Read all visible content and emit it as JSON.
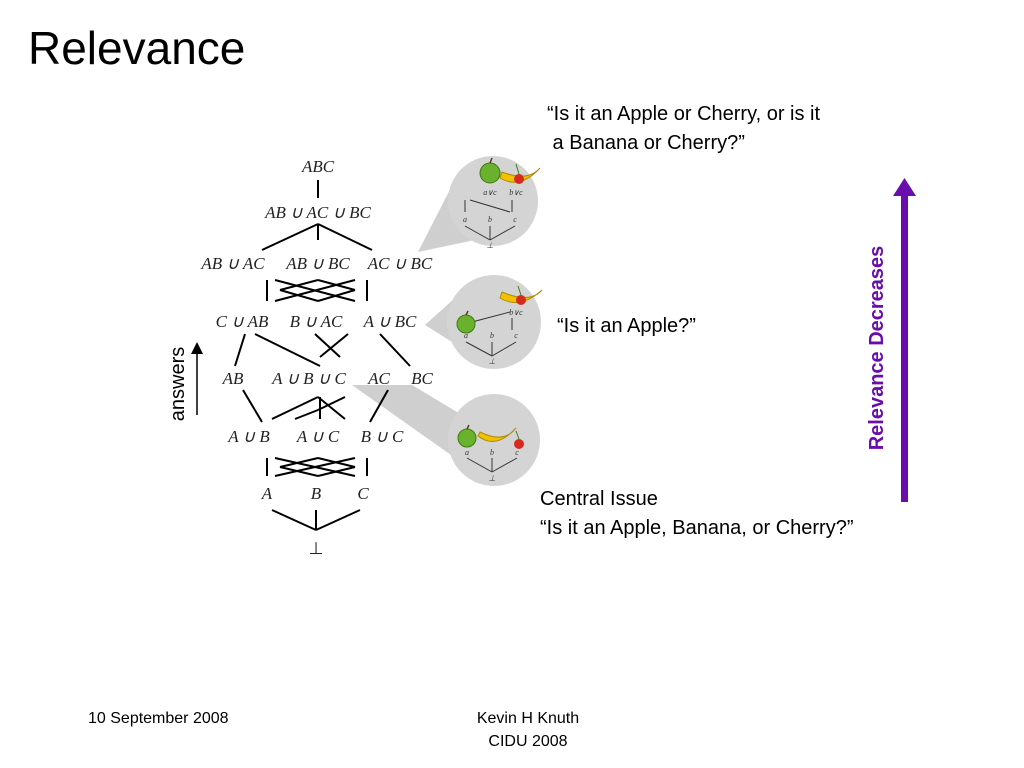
{
  "slide": {
    "title": "Relevance"
  },
  "questions": {
    "top": "“Is it an Apple or Cherry, or is it\n a Banana or Cherry?”",
    "middle": "“Is it an Apple?”",
    "bottom": "Central Issue\n“Is it an Apple, Banana, or Cherry?”"
  },
  "lattice": {
    "top": "ABC",
    "level1": "AB ∪ AC ∪ BC",
    "level2": [
      "AB ∪ AC",
      "AB ∪ BC",
      "AC ∪ BC"
    ],
    "level3": [
      "C ∪ AB",
      "B ∪ AC",
      "A ∪ BC"
    ],
    "level4": [
      "AB",
      "A ∪ B ∪ C",
      "AC",
      "BC"
    ],
    "level5": [
      "A ∪ B",
      "A ∪ C",
      "B ∪ C"
    ],
    "level6": [
      "A",
      "B",
      "C"
    ],
    "bottom": "⊥"
  },
  "callouts": {
    "top": {
      "labels": [
        "a∨c",
        "b∨c",
        "a",
        "b",
        "c",
        "⊥"
      ]
    },
    "middle": {
      "labels": [
        "b∨c",
        "a",
        "b",
        "c",
        "⊥"
      ]
    },
    "bottom": {
      "labels": [
        "a",
        "b",
        "c",
        "⊥"
      ]
    }
  },
  "answers_label": "answers",
  "relevance_label": "Relevance Decreases",
  "colors": {
    "relevance_arrow": "#6a0dad",
    "callout_bg": "#d4d4d4"
  },
  "icons": [
    "apple-icon",
    "banana-icon",
    "cherry-icon"
  ],
  "footer": {
    "date": "10 September 2008",
    "author": "Kevin H Knuth\nCIDU 2008"
  }
}
